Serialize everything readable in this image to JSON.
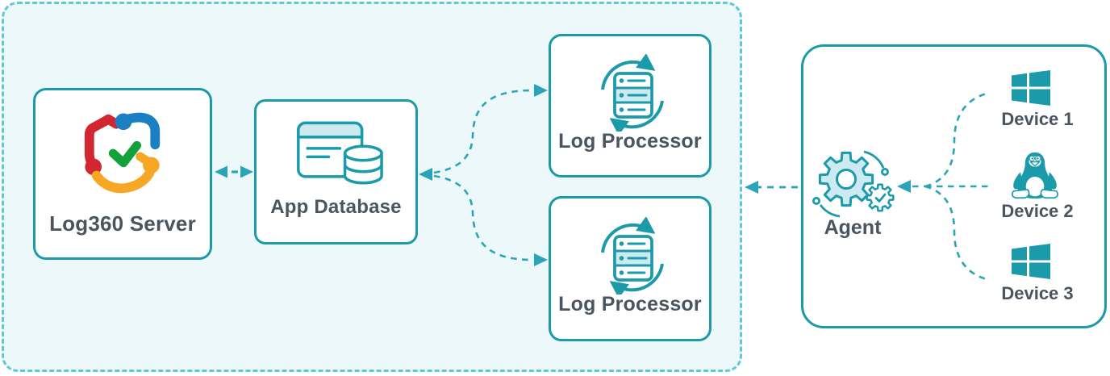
{
  "nodes": {
    "log360_server": {
      "label": "Log360 Server",
      "icon": "log360-shield-logo"
    },
    "app_database": {
      "label": "App Database",
      "icon": "browser-database-icon"
    },
    "log_processor_1": {
      "label": "Log Processor",
      "icon": "server-sync-icon"
    },
    "log_processor_2": {
      "label": "Log Processor",
      "icon": "server-sync-icon"
    },
    "agent": {
      "label": "Agent",
      "icon": "gears-icon"
    },
    "device_1": {
      "label": "Device 1",
      "icon": "windows-icon"
    },
    "device_2": {
      "label": "Device 2",
      "icon": "linux-tux-icon"
    },
    "device_3": {
      "label": "Device 3",
      "icon": "windows-icon"
    }
  },
  "connections": [
    {
      "between": [
        "log360_server",
        "app_database"
      ],
      "direction": "both",
      "style": "dashed"
    },
    {
      "between": [
        "app_database",
        "log_processor_1"
      ],
      "direction": "both",
      "style": "dashed"
    },
    {
      "between": [
        "app_database",
        "log_processor_2"
      ],
      "direction": "both",
      "style": "dashed"
    },
    {
      "from": "agent",
      "to": "log360_cluster",
      "direction": "forward",
      "style": "dashed"
    },
    {
      "from": "device_1",
      "to": "agent",
      "direction": "forward",
      "style": "dashed"
    },
    {
      "from": "device_2",
      "to": "agent",
      "direction": "forward",
      "style": "dashed"
    },
    {
      "from": "device_3",
      "to": "agent",
      "direction": "forward",
      "style": "dashed"
    }
  ],
  "colors": {
    "teal": "#1b9aaa",
    "arrow": "#2ba4b8",
    "cluster_border": "#5fc8d6",
    "cluster_fill": "#edf8fb",
    "light_icon_fill": "#cdeaf0",
    "label_text": "#4a5560",
    "logo_red": "#d22630",
    "logo_blue": "#1b7fc3",
    "logo_orange": "#f6a723",
    "logo_green": "#12a13b"
  }
}
